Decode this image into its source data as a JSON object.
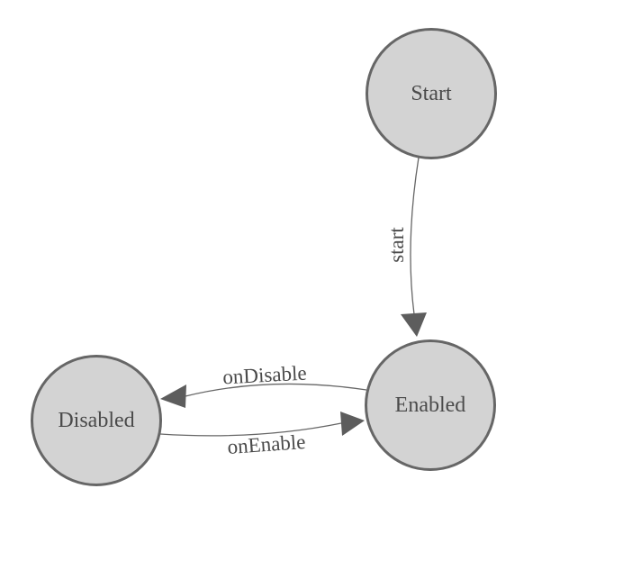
{
  "diagram": {
    "type": "state-machine",
    "nodes": [
      {
        "label": "Start"
      },
      {
        "label": "Enabled"
      },
      {
        "label": "Disabled"
      }
    ],
    "edges": [
      {
        "from": "Start",
        "to": "Enabled",
        "label": "start"
      },
      {
        "from": "Enabled",
        "to": "Disabled",
        "label": "onDisable"
      },
      {
        "from": "Disabled",
        "to": "Enabled",
        "label": "onEnable"
      }
    ],
    "colors": {
      "background": "#ffffff",
      "node_fill": "#d3d3d3",
      "node_border": "#666666",
      "edge_stroke": "#666666",
      "arrow_fill": "#5d5d5d",
      "text": "#4a4a4a"
    }
  }
}
